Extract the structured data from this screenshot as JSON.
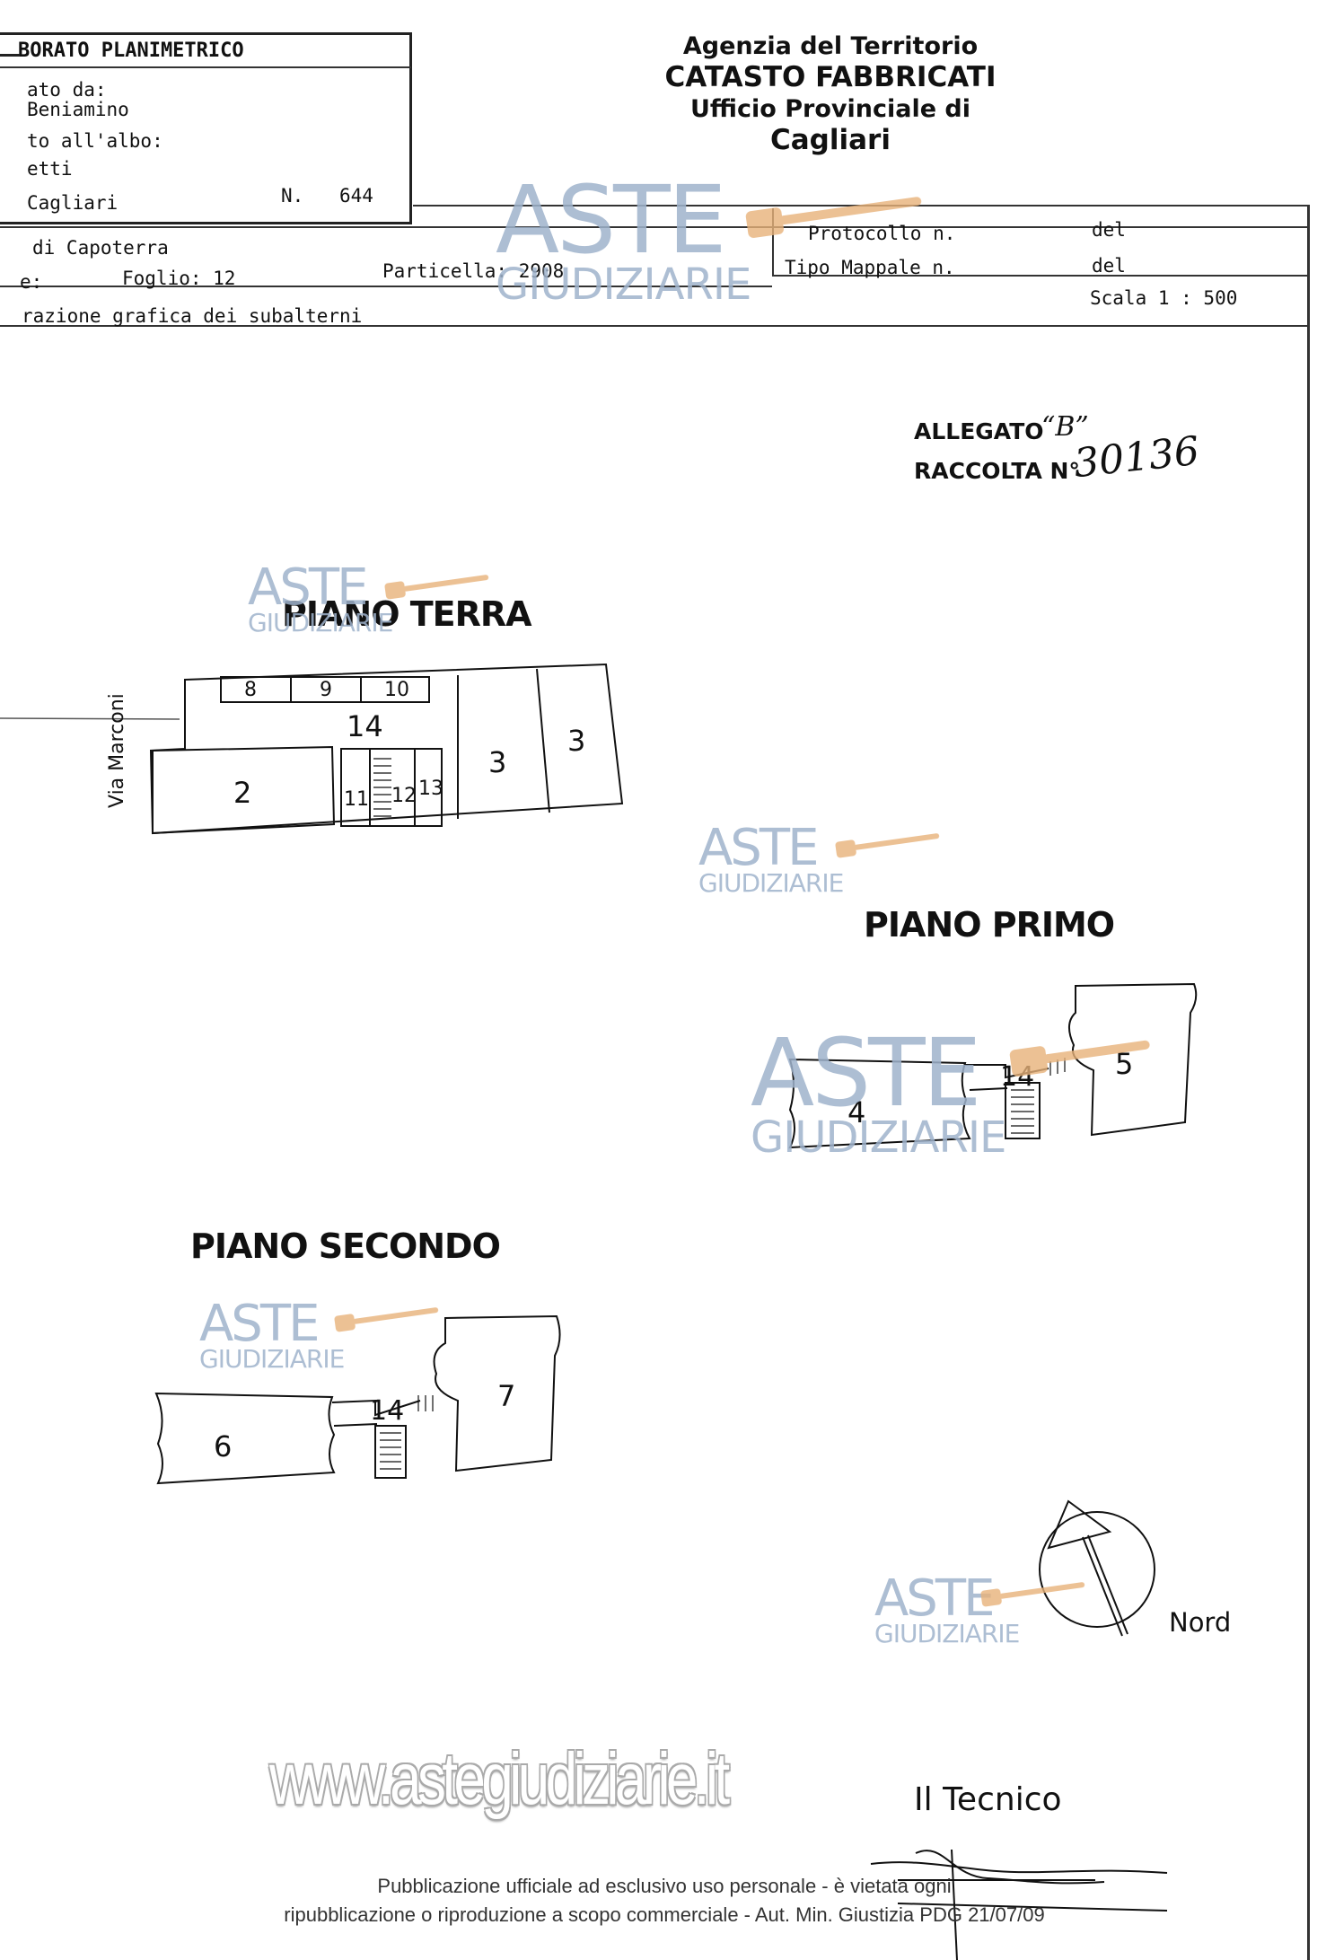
{
  "header_left": {
    "title": "BORATO PLANIMETRICO",
    "line1": "ato da:",
    "line2": "Beniamino",
    "line3": "to all'albo:",
    "line4": "etti",
    "line5_city": "Cagliari",
    "line5_num_label": "N.",
    "line5_num": "644"
  },
  "agency": {
    "line1": "Agenzia del Territorio",
    "line2": "CATASTO FABBRICATI",
    "line3": "Ufficio Provinciale di",
    "line4": "Cagliari"
  },
  "meta": {
    "comune": "di Capoterra",
    "prefix": "e:",
    "foglio": "Foglio: 12",
    "particella": "Particella: 2908",
    "protocollo": "Protocollo n.",
    "protocollo_del": "del",
    "tipo_mappale": "Tipo Mappale n.",
    "tipo_del": "del",
    "rappresentazione": "razione grafica dei subalterni",
    "scala": "Scala 1 : 500"
  },
  "allegato": {
    "line1": "ALLEGATO",
    "mark": "“B”",
    "line2": "RACCOLTA N°",
    "number": "30136"
  },
  "floors": {
    "terra": {
      "title": "PIANO TERRA",
      "street": "Via Marconi",
      "units": [
        "8",
        "9",
        "10",
        "14",
        "2",
        "11",
        "12",
        "13",
        "3",
        "3"
      ]
    },
    "primo": {
      "title": "PIANO PRIMO",
      "units": [
        "4",
        "14",
        "5"
      ]
    },
    "secondo": {
      "title": "PIANO SECONDO",
      "units": [
        "6",
        "14",
        "7"
      ]
    }
  },
  "north_label": "Nord",
  "watermark": {
    "line1": "ASTE",
    "line2": "GIUDIZIARIE"
  },
  "footer": {
    "url": "www.astegiudiziarie.it",
    "tecnico": "Il Tecnico",
    "pub_line1": "Pubblicazione ufficiale ad esclusivo uso personale - è vietata ogni",
    "pub_line2": "ripubblicazione o riproduzione a scopo commerciale - Aut. Min. Giustizia PDG 21/07/09"
  },
  "colors": {
    "ink": "#111111",
    "watermark": "#9fb3cc",
    "gavel": "#e8b27a"
  }
}
